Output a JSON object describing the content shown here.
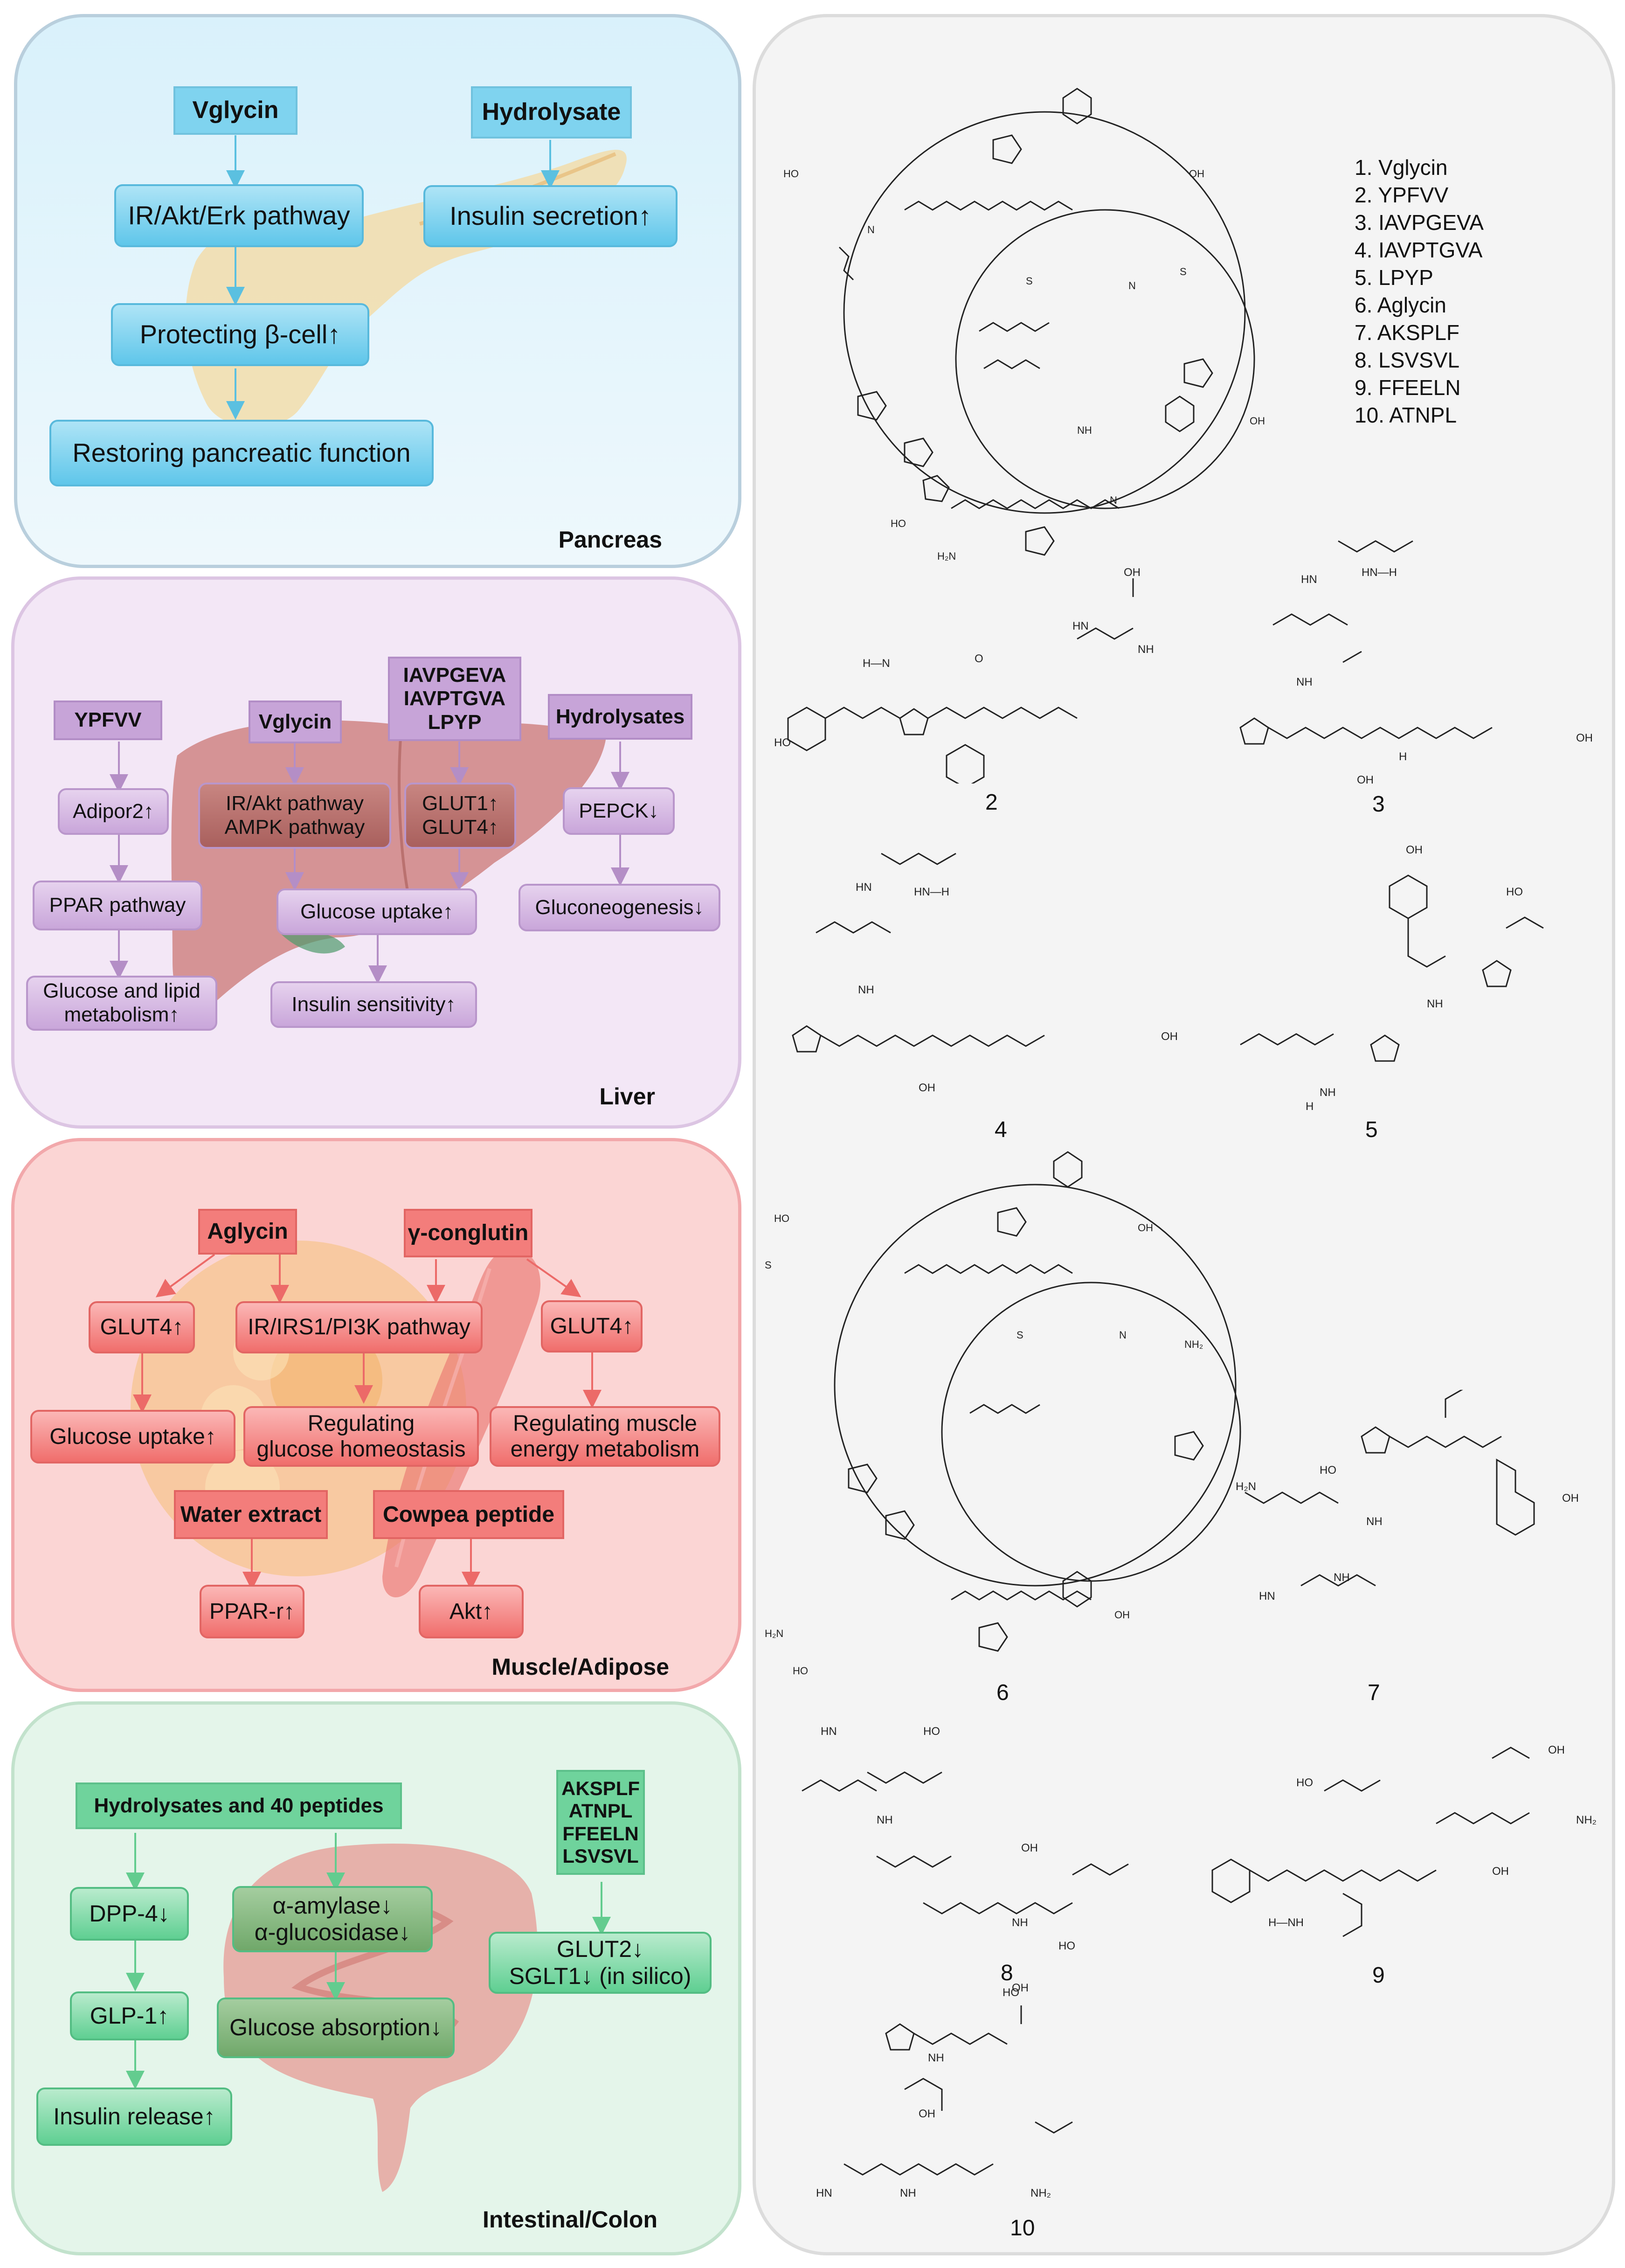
{
  "colors": {
    "pancreas": "#7fd3ef",
    "liver": "#c7a4d8",
    "muscle": "#f37d7b",
    "intestine": "#6fd39c"
  },
  "pancreas": {
    "label": "Pancreas",
    "heads": [
      "Vglycin",
      "Hydrolysate"
    ],
    "boxes": [
      "IR/Akt/Erk pathway",
      "Insulin secretion↑",
      "Protecting β-cell↑",
      "Restoring pancreatic function"
    ]
  },
  "liver": {
    "label": "Liver",
    "heads": [
      "YPFVV",
      "Vglycin",
      "IAVPGEVA\nIAVPTGVA\nLPYP",
      "Hydrolysates"
    ],
    "boxes": [
      "Adipor2↑",
      "IR/Akt pathway\nAMPK pathway",
      "GLUT1↑\nGLUT4↑",
      "PEPCK↓",
      "PPAR pathway",
      "Glucose uptake↑",
      "Gluconeogenesis↓",
      "Glucose and lipid\nmetabolism↑",
      "Insulin sensitivity↑"
    ]
  },
  "muscle": {
    "label": "Muscle/Adipose",
    "heads": [
      "Aglycin",
      "γ-conglutin",
      "Water extract",
      "Cowpea peptide"
    ],
    "boxes": [
      "GLUT4↑",
      "IR/IRS1/PI3K pathway",
      "GLUT4↑",
      "Glucose uptake↑",
      "Regulating\nglucose homeostasis",
      "Regulating muscle\nenergy metabolism",
      "PPAR-r↑",
      "Akt↑"
    ]
  },
  "intestine": {
    "label": "Intestinal/Colon",
    "heads": [
      "Hydrolysates and 40 peptides",
      "AKSPLF\nATNPL\nFFEELN\nLSVSVL"
    ],
    "boxes": [
      "DPP-4↓",
      "α-amylase↓\nα-glucosidase↓",
      "GLUT2↓\nSGLT1↓ (in silico)",
      "GLP-1↑",
      "Glucose absorption↓",
      "Insulin release↑"
    ]
  },
  "structures": {
    "list": [
      "1. Vglycin",
      "2. YPFVV",
      "3. IAVPGEVA",
      "4. IAVPTGVA",
      "5. LPYP",
      "6. Aglycin",
      "7. AKSPLF",
      "8. LSVSVL",
      "9. FFEELN",
      "10. ATNPL"
    ],
    "numbers": [
      "2",
      "3",
      "4",
      "5",
      "6",
      "7",
      "8",
      "9",
      "10"
    ]
  }
}
